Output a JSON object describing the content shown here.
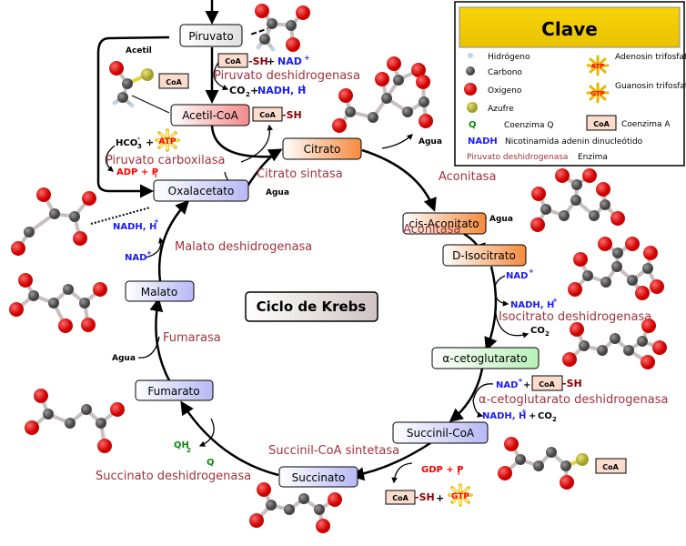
{
  "title": "Ciclo de Krebs",
  "legend": {
    "title": "Clave",
    "items": [
      {
        "symbol": "H",
        "label": "Hidrógeno"
      },
      {
        "symbol": "C",
        "label": "Carbono"
      },
      {
        "symbol": "O",
        "label": "Oxigeno"
      },
      {
        "symbol": "S",
        "label": "Azufre"
      },
      {
        "symbol": "Q",
        "label": "Coenzima Q"
      },
      {
        "symbol": "NADH",
        "label": "Nicotinamida adenin dinucleótido"
      },
      {
        "symbol": "Piruvato deshidrogenasa",
        "label": "Enzima"
      },
      {
        "symbol": "ATP",
        "label": "Adenosin trifosfato"
      },
      {
        "symbol": "GTP",
        "label": "Guanosin trifosfato"
      },
      {
        "symbol": "CoA",
        "label": "Coenzima A"
      }
    ]
  },
  "nodes": {
    "piruvato": "Piruvato",
    "acetil_coa": "Acetil-CoA",
    "citrato": "Citrato",
    "cis_aconitato": "cis-Aconitato",
    "d_isocitrato": "D-Isocitrato",
    "alfa_cetoglutarato": "α-cetoglutarato",
    "succinil_coa": "Succinil-CoA",
    "succinato": "Succinato",
    "fumarato": "Fumarato",
    "malato": "Malato",
    "oxalacetato": "Oxalacetato"
  },
  "enzymes": {
    "piruvato_deshidrogenasa": "Piruvato deshidrogenasa",
    "piruvato_carboxilasa": "Piruvato carboxilasa",
    "citrato_sintasa": "Citrato sintasa",
    "aconitasa1": "Aconitasa",
    "aconitasa2": "Aconitasa",
    "isocitrato_deshidrogenasa": "Isocitrato deshidrogenasa",
    "alfa_cetoglutarato_deshidrogenasa": "α-cetoglutarato deshidrogenasa",
    "succinil_coa_sintetasa": "Succinil-CoA sintetasa",
    "succinato_deshidrogenasa": "Succinato deshidrogenasa",
    "fumarasa": "Fumarasa",
    "malato_deshidrogenasa": "Malato deshidrogenasa"
  },
  "labels": {
    "acetil": "Acetil",
    "coa": "CoA",
    "sh": "-SH",
    "plus": "+",
    "nad": "NAD",
    "nadh_h": "NADH, H",
    "co2": "CO",
    "agua": "Agua",
    "hco3": "HCO",
    "atp": "ATP",
    "gtp": "GTP",
    "adp_pi": "ADP + P",
    "gdp_pi": "GDP + P",
    "q": "Q",
    "qh2": "QH",
    "sup_plus": "+",
    "sub_2": "2",
    "sub_3": "3",
    "sub_i": "i",
    "dash": "-"
  },
  "colors": {
    "enzyme": "#a0323c",
    "nad": "#1a1aff",
    "q": "#0a8a0a",
    "red_label": "#ff0000",
    "sh": "#8b0000",
    "legend_bg_top": "#f5d000"
  }
}
